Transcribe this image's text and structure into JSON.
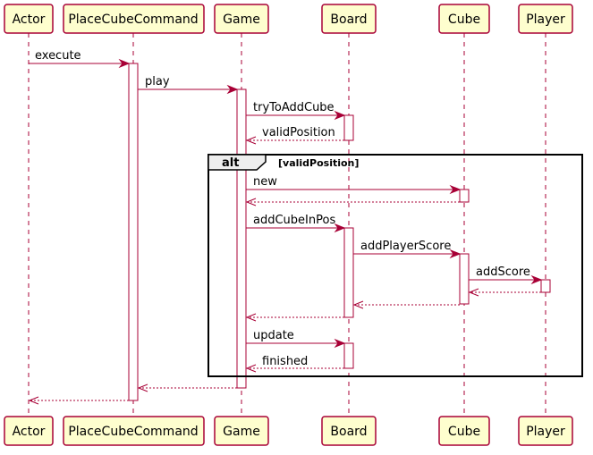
{
  "participants": [
    {
      "id": "actor",
      "label": "Actor"
    },
    {
      "id": "placecubecommand",
      "label": "PlaceCubeCommand"
    },
    {
      "id": "game",
      "label": "Game"
    },
    {
      "id": "board",
      "label": "Board"
    },
    {
      "id": "cube",
      "label": "Cube"
    },
    {
      "id": "player",
      "label": "Player"
    }
  ],
  "fragment": {
    "keyword": "alt",
    "guard": "[validPosition]"
  },
  "messages": [
    {
      "id": "m1",
      "from": "actor",
      "to": "placecubecommand",
      "label": "execute",
      "type": "call"
    },
    {
      "id": "m2",
      "from": "placecubecommand",
      "to": "game",
      "label": "play",
      "type": "call"
    },
    {
      "id": "m3",
      "from": "game",
      "to": "board",
      "label": "tryToAddCube",
      "type": "call"
    },
    {
      "id": "m4",
      "from": "board",
      "to": "game",
      "label": "validPosition",
      "type": "reply"
    },
    {
      "id": "m5",
      "from": "game",
      "to": "cube",
      "label": "new",
      "type": "call"
    },
    {
      "id": "m6",
      "from": "cube",
      "to": "game",
      "label": "",
      "type": "reply"
    },
    {
      "id": "m7",
      "from": "game",
      "to": "board",
      "label": "addCubeInPos",
      "type": "call"
    },
    {
      "id": "m8",
      "from": "board",
      "to": "cube",
      "label": "addPlayerScore",
      "type": "call"
    },
    {
      "id": "m9",
      "from": "cube",
      "to": "player",
      "label": "addScore",
      "type": "call"
    },
    {
      "id": "m10",
      "from": "player",
      "to": "cube",
      "label": "",
      "type": "reply"
    },
    {
      "id": "m11",
      "from": "cube",
      "to": "board",
      "label": "",
      "type": "reply"
    },
    {
      "id": "m12",
      "from": "board",
      "to": "game",
      "label": "",
      "type": "reply"
    },
    {
      "id": "m13",
      "from": "game",
      "to": "board",
      "label": "update",
      "type": "call"
    },
    {
      "id": "m14",
      "from": "board",
      "to": "game",
      "label": "finished",
      "type": "reply"
    },
    {
      "id": "m15",
      "from": "game",
      "to": "placecubecommand",
      "label": "",
      "type": "reply"
    },
    {
      "id": "m16",
      "from": "placecubecommand",
      "to": "actor",
      "label": "",
      "type": "reply"
    }
  ]
}
